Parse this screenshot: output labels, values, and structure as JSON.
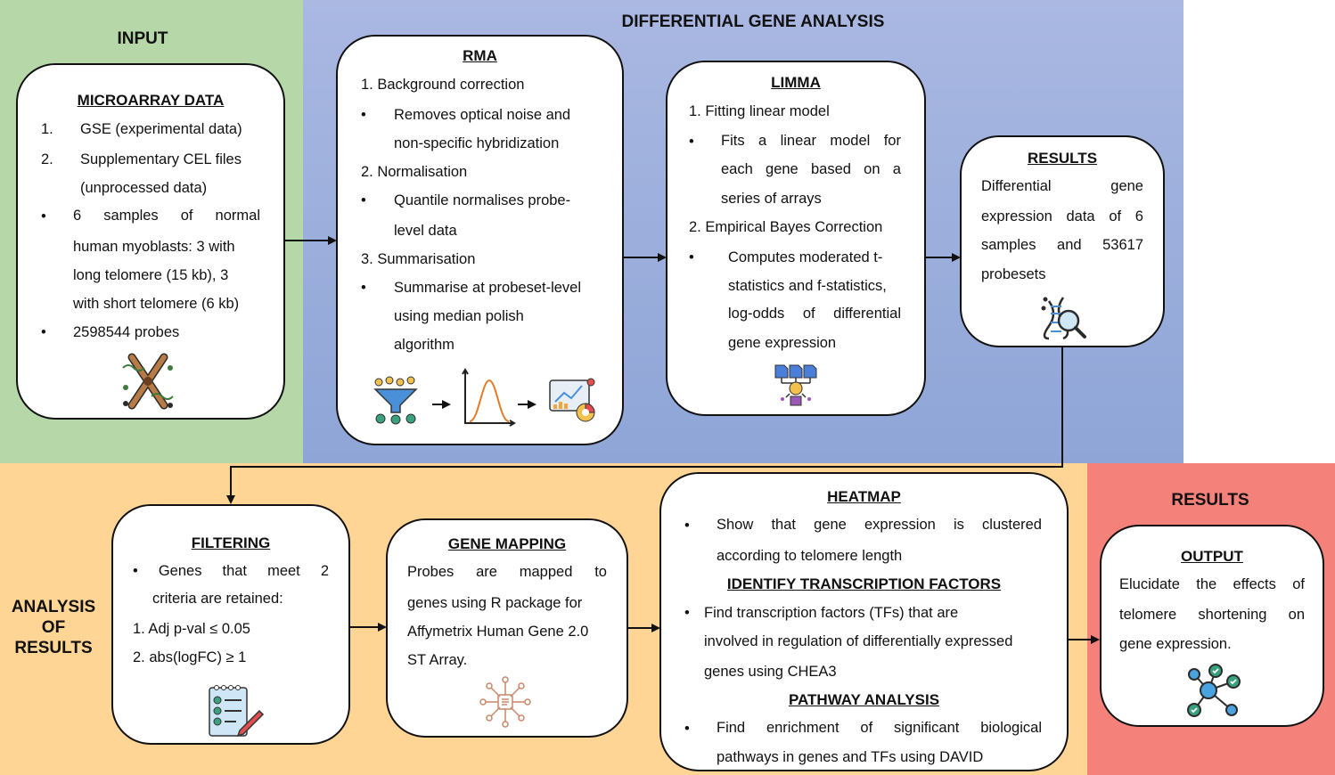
{
  "sections": {
    "input": "INPUT",
    "differential": "DIFFERENTIAL GENE ANALYSIS",
    "analysis_line1": "ANALYSIS",
    "analysis_line2": "OF",
    "analysis_line3": "RESULTS",
    "results": "RESULTS"
  },
  "microarray": {
    "title": "MICROARRAY DATA",
    "n1": "1.",
    "item1": "GSE (experimental data)",
    "n2": "2.",
    "item2a": "Supplementary CEL files",
    "item2b": "(unprocessed data)",
    "b1": "•",
    "b1_l1": [
      "6",
      "samples",
      "of",
      "normal"
    ],
    "b1_l2": "human myoblasts: 3 with",
    "b1_l3": "long telomere (15 kb), 3",
    "b1_l4": "with short telomere (6 kb)",
    "b2": "•",
    "b2_text": "2598544 probes"
  },
  "rma": {
    "title": "RMA",
    "s1": "1. Background correction",
    "s1_b1": "Removes optical noise and",
    "s1_b2": "non-specific hybridization",
    "s2": "2. Normalisation",
    "s2_b1": "Quantile normalises probe-",
    "s2_b2": "level data",
    "s3": "3. Summarisation",
    "s3_b1": "Summarise at probeset-level",
    "s3_b2": "using median polish",
    "s3_b3": "algorithm",
    "bullet": "•"
  },
  "limma": {
    "title": "LIMMA",
    "s1": "1. Fitting linear model",
    "s1_l1": [
      "Fits",
      "a",
      "linear",
      "model",
      "for"
    ],
    "s1_l2": [
      "each",
      "gene",
      "based",
      "on",
      "a"
    ],
    "s1_l3": "series of arrays",
    "s2": "2. Empirical Bayes Correction",
    "s2_l1": "Computes moderated t-",
    "s2_l2": "statistics and f-statistics,",
    "s2_l3": [
      "log-odds",
      "of",
      "differential"
    ],
    "s2_l4": "gene expression",
    "bullet": "•"
  },
  "results_box": {
    "title": "RESULTS",
    "l1": [
      "Differential",
      "gene"
    ],
    "l2": [
      "expression",
      "data",
      "of",
      "6"
    ],
    "l3": [
      "samples",
      "and",
      "53617"
    ],
    "l4": "probesets"
  },
  "filtering": {
    "title": "FILTERING",
    "l1": [
      "•",
      "Genes",
      "that",
      "meet",
      "2"
    ],
    "l2": "criteria are retained:",
    "c1": "1. Adj p-val ≤ 0.05",
    "c2": "2. abs(logFC) ≥ 1"
  },
  "mapping": {
    "title": "GENE MAPPING",
    "l1": [
      "Probes",
      "are",
      "mapped",
      "to"
    ],
    "l2": "genes using R package for",
    "l3": "Affymetrix Human Gene 2.0",
    "l4": "ST Array."
  },
  "heatmap": {
    "title": "HEATMAP",
    "l1": [
      "Show",
      "that",
      "gene",
      "expression",
      "is",
      "clustered"
    ],
    "l2": "according to telomere length",
    "tf_title": "IDENTIFY TRANSCRIPTION FACTORS",
    "tf_l1": "Find transcription factors (TFs) that are",
    "tf_l2": "involved in regulation of differentially expressed",
    "tf_l3": "genes using CHEA3",
    "pw_title": "PATHWAY ANALYSIS",
    "pw_l1": [
      "Find",
      "enrichment",
      "of",
      "significant",
      "biological"
    ],
    "pw_l2": "pathways in genes and TFs using DAVID",
    "bullet": "•"
  },
  "output": {
    "title": "OUTPUT",
    "l1": [
      "Elucidate",
      "the",
      "effects",
      "of"
    ],
    "l2": [
      "telomere",
      "shortening",
      "on"
    ],
    "l3": "gene expression."
  },
  "icons": [
    "dna-chromosome-icon",
    "filter-funnel-icon",
    "distribution-curve-icon",
    "analytics-dashboard-icon",
    "data-processing-icon",
    "dna-search-icon",
    "checklist-icon",
    "gene-mapping-network-icon",
    "network-nodes-icon"
  ]
}
